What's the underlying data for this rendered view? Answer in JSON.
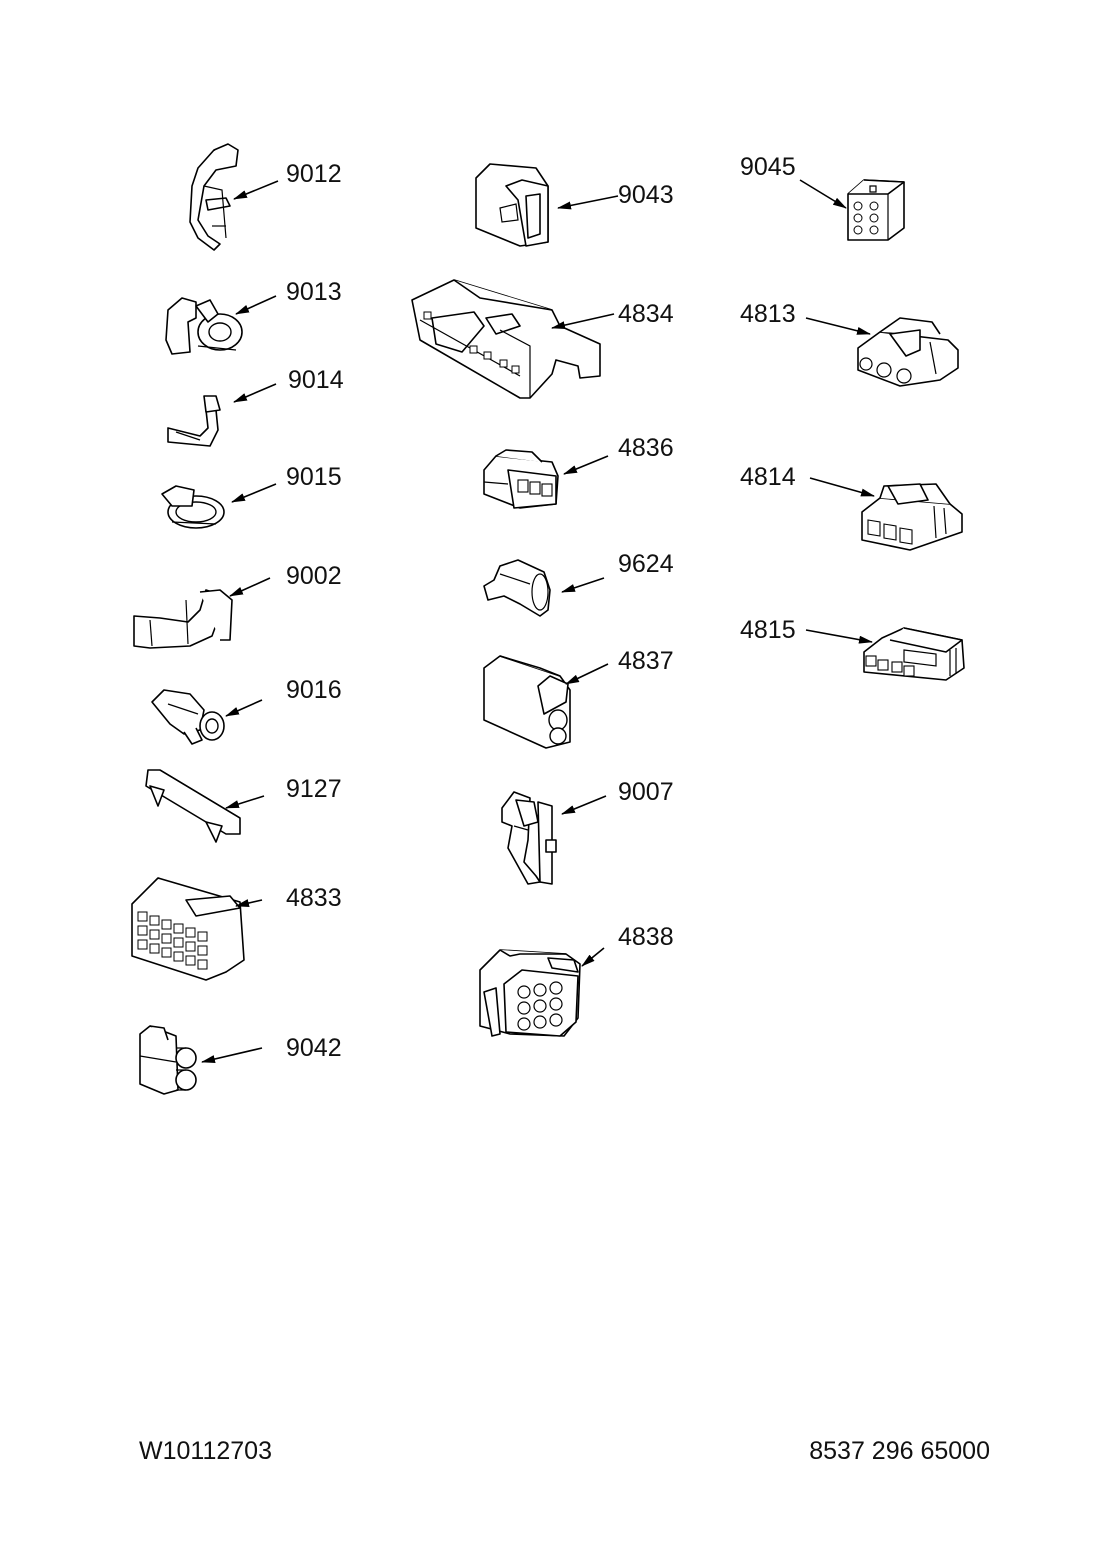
{
  "footer": {
    "left_code": "W10112703",
    "right_code": "8537 296 65000"
  },
  "parts": [
    {
      "id": "p9012",
      "label": "9012",
      "icon": "harness-clip-icon"
    },
    {
      "id": "p9013",
      "label": "9013",
      "icon": "ring-clip-icon"
    },
    {
      "id": "p9014",
      "label": "9014",
      "icon": "strap-clip-icon"
    },
    {
      "id": "p9015",
      "label": "9015",
      "icon": "cable-tie-icon"
    },
    {
      "id": "p9002",
      "label": "9002",
      "icon": "pipe-clip-icon"
    },
    {
      "id": "p9016",
      "label": "9016",
      "icon": "push-mount-icon"
    },
    {
      "id": "p9127",
      "label": "9127",
      "icon": "mounting-strip-icon"
    },
    {
      "id": "p4833",
      "label": "4833",
      "icon": "multi-pin-connector-icon"
    },
    {
      "id": "p9042",
      "label": "9042",
      "icon": "two-pin-plug-icon"
    },
    {
      "id": "p9043",
      "label": "9043",
      "icon": "latch-connector-icon"
    },
    {
      "id": "p4834",
      "label": "4834",
      "icon": "connector-rail-icon"
    },
    {
      "id": "p4836",
      "label": "4836",
      "icon": "small-housing-icon"
    },
    {
      "id": "p9624",
      "label": "9624",
      "icon": "sleeve-icon"
    },
    {
      "id": "p4837",
      "label": "4837",
      "icon": "two-cavity-housing-icon"
    },
    {
      "id": "p9007",
      "label": "9007",
      "icon": "bracket-clip-icon"
    },
    {
      "id": "p4838",
      "label": "4838",
      "icon": "nine-pin-housing-icon"
    },
    {
      "id": "p9045",
      "label": "9045",
      "icon": "six-pin-block-icon"
    },
    {
      "id": "p4813",
      "label": "4813",
      "icon": "three-way-plug-icon"
    },
    {
      "id": "p4814",
      "label": "4814",
      "icon": "three-way-receptacle-icon"
    },
    {
      "id": "p4815",
      "label": "4815",
      "icon": "edge-connector-icon"
    }
  ]
}
